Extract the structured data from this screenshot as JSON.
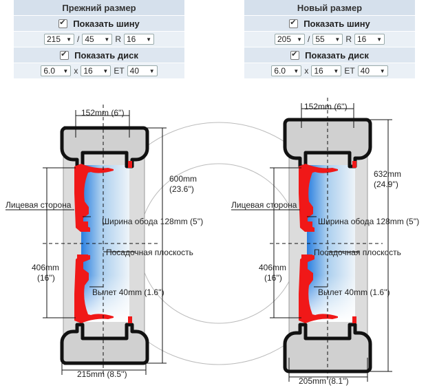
{
  "old": {
    "title": "Прежний размер",
    "show_tire": "Показать шину",
    "tire": {
      "width": "215",
      "profile": "45",
      "r": "R",
      "diameter": "16"
    },
    "tire_sep": "/",
    "show_rim": "Показать диск",
    "rim": {
      "width": "6.0",
      "x": "x",
      "diameter": "16",
      "et_label": "ET",
      "et": "40"
    }
  },
  "new": {
    "title": "Новый размер",
    "show_tire": "Показать шину",
    "tire": {
      "width": "205",
      "profile": "55",
      "r": "R",
      "diameter": "16"
    },
    "tire_sep": "/",
    "show_rim": "Показать диск",
    "rim": {
      "width": "6.0",
      "x": "x",
      "diameter": "16",
      "et_label": "ET",
      "et": "40"
    }
  },
  "diagram_old": {
    "top_width": "152mm (6'')",
    "height_mm": "600mm",
    "height_in": "(23.6'')",
    "face": "Лицевая сторона",
    "rim_width": "Ширина обода 128mm (5'')",
    "mount": "Посадочная плоскость",
    "rim_d_mm": "406mm",
    "rim_d_in": "(16'')",
    "offset": "Вылет 40mm (1.6'')",
    "bottom_width": "215mm (8.5'')"
  },
  "diagram_new": {
    "top_width": "152mm (6'')",
    "height_mm": "632mm",
    "height_in": "(24.9'')",
    "face": "Лицевая сторона",
    "rim_width": "Ширина обода 128mm (5'')",
    "mount": "Посадочная плоскость",
    "rim_d_mm": "406mm",
    "rim_d_in": "(16'')",
    "offset": "Вылет 40mm (1.6'')",
    "bottom_width": "205mm (8.1'')"
  }
}
